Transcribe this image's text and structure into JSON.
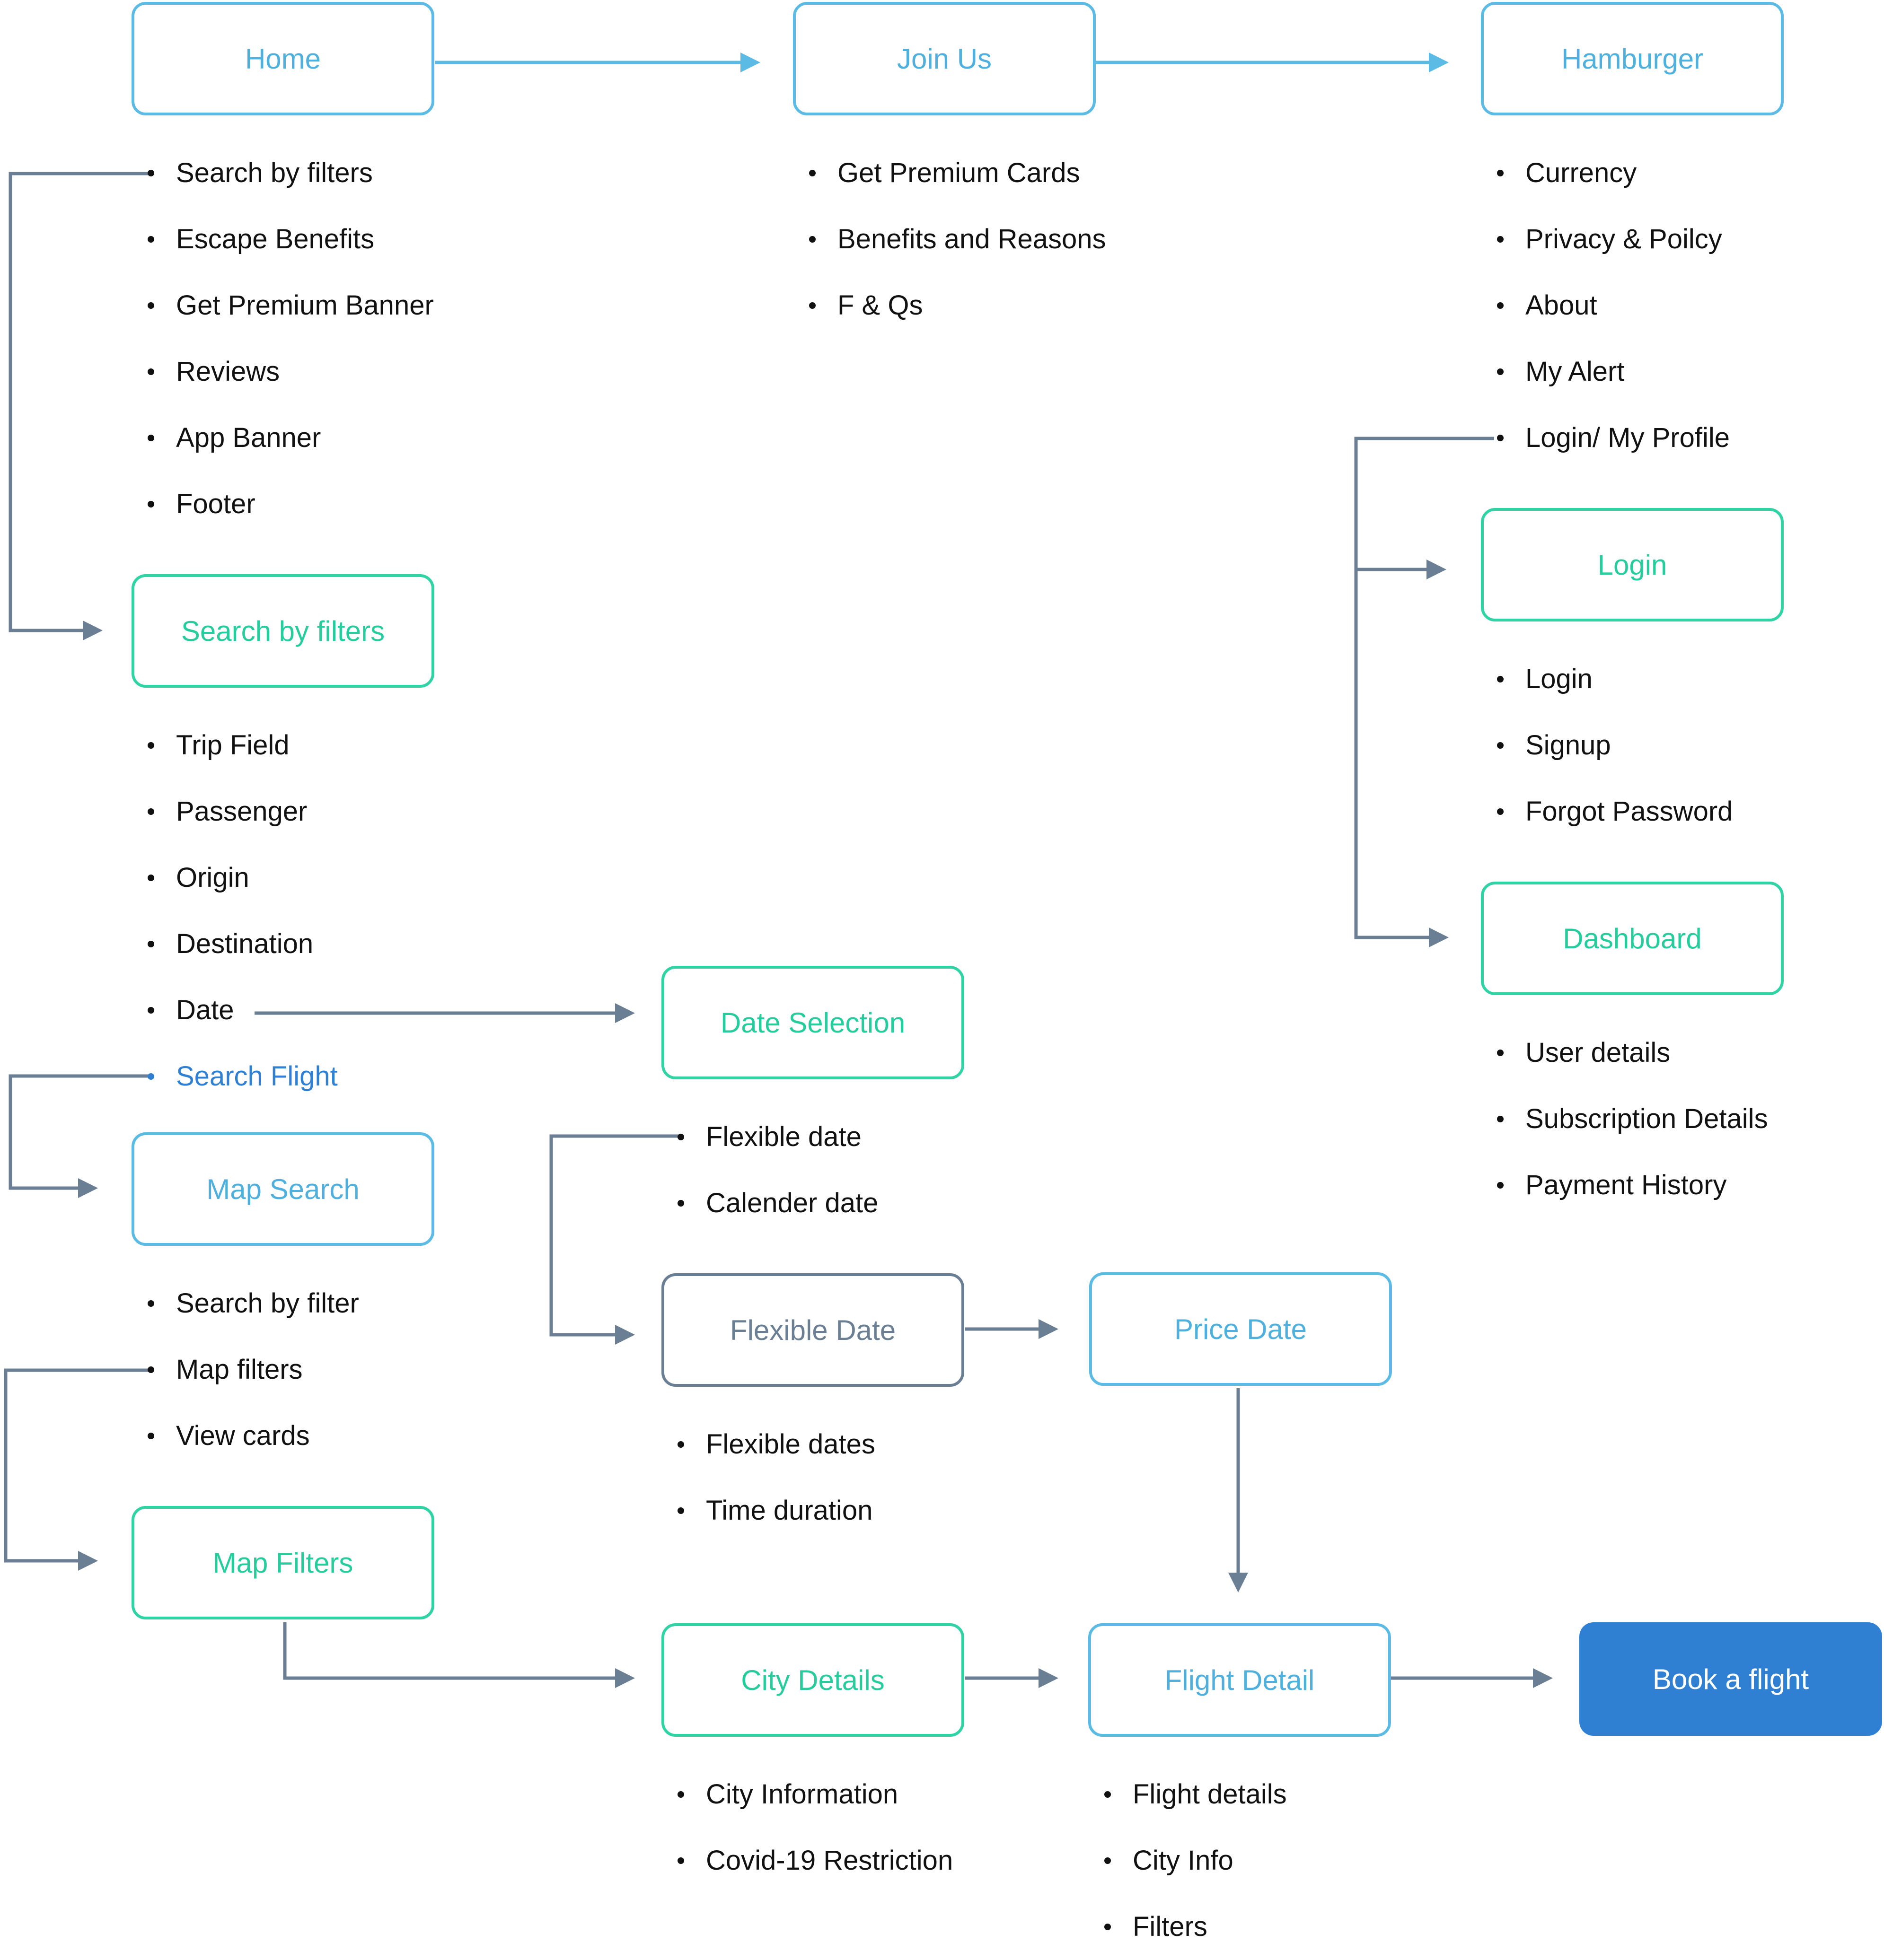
{
  "nodes": {
    "home": "Home",
    "join_us": "Join Us",
    "hamburger": "Hamburger",
    "search_by_filters": "Search by filters",
    "login": "Login",
    "dashboard": "Dashboard",
    "date_selection": "Date Selection",
    "map_search": "Map Search",
    "flexible_date": "Flexible Date",
    "price_date": "Price Date",
    "map_filters": "Map Filters",
    "city_details": "City Details",
    "flight_detail": "Flight Detail",
    "book_a_flight": "Book a flight"
  },
  "lists": {
    "home": [
      "Search by filters",
      "Escape Benefits",
      "Get Premium Banner",
      "Reviews",
      "App Banner",
      "Footer"
    ],
    "join_us": [
      "Get Premium Cards",
      "Benefits and Reasons",
      "F & Qs"
    ],
    "hamburger": [
      "Currency",
      "Privacy & Poilcy",
      "About",
      "My Alert",
      "Login/ My Profile"
    ],
    "login": [
      "Login",
      "Signup",
      "Forgot Password"
    ],
    "dashboard": [
      "User details",
      "Subscription Details",
      "Payment History"
    ],
    "search_by_filters": [
      "Trip Field",
      "Passenger",
      "Origin",
      "Destination",
      "Date",
      "Search Flight"
    ],
    "date_selection": [
      "Flexible date",
      "Calender date"
    ],
    "map_search": [
      "Search by filter",
      "Map filters",
      "View cards"
    ],
    "flexible_date": [
      "Flexible dates",
      "Time duration"
    ],
    "city_details": [
      "City Information",
      "Covid-19 Restriction"
    ],
    "flight_detail": [
      "Flight details",
      "City Info",
      "Filters"
    ]
  },
  "colors": {
    "blue_node": "#5bbbe4",
    "green_node": "#2fd3a4",
    "gray_node": "#6a7f94",
    "cta": "#2f80d3",
    "connector_blue": "#5bbbe4",
    "connector_gray": "#6a7f94"
  }
}
